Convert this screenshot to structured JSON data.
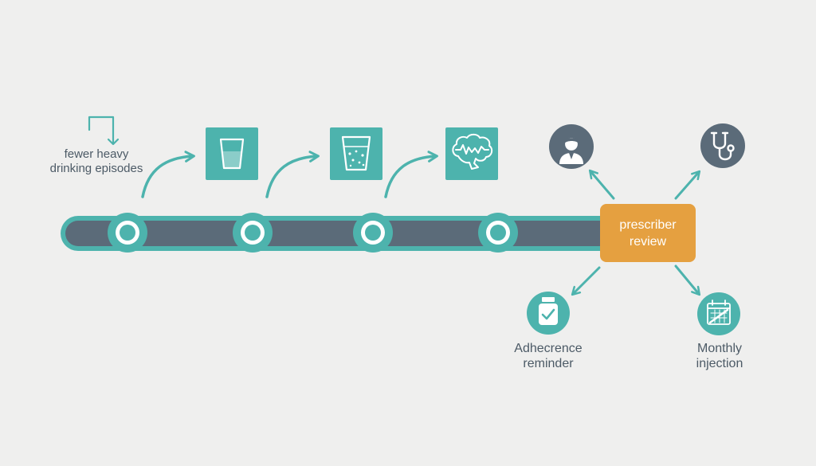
{
  "caption": "fewer heavy drinking episodes",
  "review_label": "prescriber review",
  "branches": {
    "adherence_label": "Adhecrence reminder",
    "monthly_label": "Monthly injection"
  },
  "icons": [
    "return-arrow-icon",
    "water-glass-icon",
    "bubbly-glass-icon",
    "brain-icon",
    "doctor-icon",
    "stethoscope-icon",
    "pill-bottle-check-icon",
    "calendar-syringe-icon"
  ],
  "colors": {
    "teal": "#4db3ad",
    "slate": "#5b6b79",
    "orange": "#e5a040",
    "background": "#efefee"
  }
}
